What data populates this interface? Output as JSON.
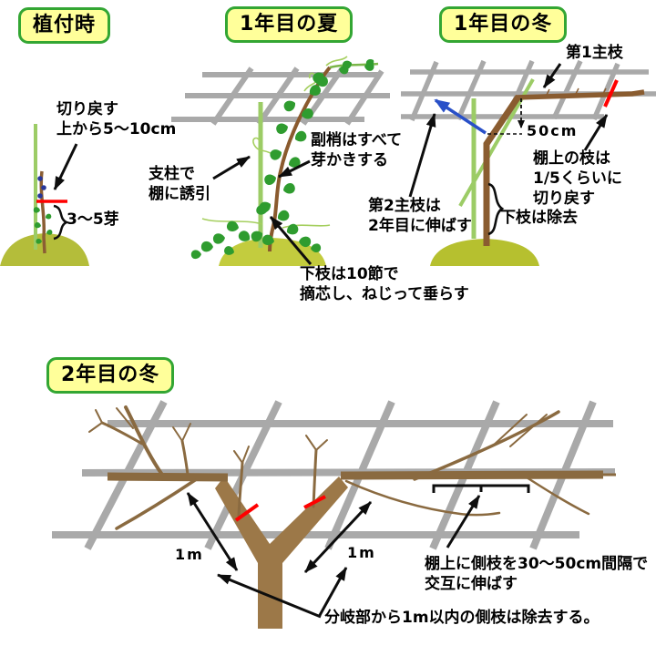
{
  "figure": {
    "description": "Four-panel Japanese diagram of training a vine onto an overhead trellis",
    "panels": [
      {
        "key": "at-planting",
        "title": "植付時",
        "annotations": [
          {
            "id": "cut-back",
            "text": "切り戻す\n上から5〜10cm"
          },
          {
            "id": "bud-count",
            "text": "3〜5芽"
          }
        ]
      },
      {
        "key": "summer-year1",
        "title": "1年目の夏",
        "annotations": [
          {
            "id": "stake-guide",
            "text": "支柱で\n棚に誘引"
          },
          {
            "id": "lateral-shoots",
            "text": "副梢はすべて\n芽かきする"
          },
          {
            "id": "lower-shoot",
            "text": "下枝は10節で\n摘芯し、ねじって垂らす"
          }
        ]
      },
      {
        "key": "winter-year1",
        "title": "1年目の冬",
        "annotations": [
          {
            "id": "first-main-branch",
            "text": "第1主枝"
          },
          {
            "id": "bend-height",
            "text": "50cm"
          },
          {
            "id": "shelf-cutback",
            "text": "棚上の枝は\n1/5くらいに\n切り戻す"
          },
          {
            "id": "second-main-branch",
            "text": "第2主枝は\n2年目に伸ばす"
          },
          {
            "id": "lower-remove",
            "text": "下枝は除去"
          }
        ]
      },
      {
        "key": "winter-year2",
        "title": "2年目の冬",
        "annotations": [
          {
            "id": "one-meter-left",
            "text": "1m"
          },
          {
            "id": "one-meter-right",
            "text": "1m"
          },
          {
            "id": "side-branch-spacing",
            "text": "棚上に側枝を30〜50cm間隔で\n交互に伸ばす"
          },
          {
            "id": "fork-removal",
            "text": "分岐部から1m以内の側枝は除去する。"
          }
        ]
      }
    ],
    "colors": {
      "title_bg": "#ffff9a",
      "title_border": "#33a633",
      "trellis": "#a9a9a9",
      "trunk": "#9c7848",
      "branch": "#8a6a40",
      "young_stem": "#8b5e34",
      "stake": "#9ccc66",
      "leaf": "#2f9c2f",
      "mound": "#bcc535",
      "cut_mark": "#ff0000",
      "next_branch_arrow": "#2950c8",
      "annotation": "#000000"
    }
  }
}
